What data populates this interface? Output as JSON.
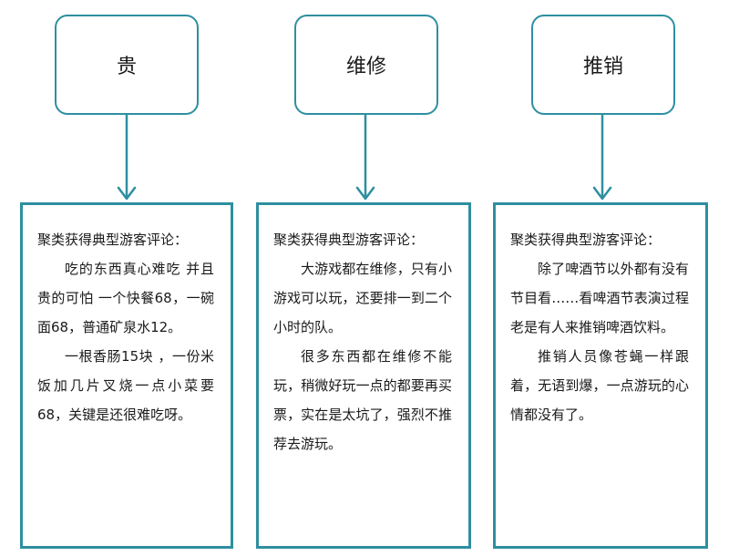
{
  "colors": {
    "accent": "#2E8FA0"
  },
  "columns": [
    {
      "topic": "贵",
      "heading": "聚类获得典型游客评论：",
      "paragraphs": [
        "吃的东西真心难吃 并且贵的可怕 一个快餐68，一碗面68，普通矿泉水12。",
        "一根香肠15块 ，一份米饭加几片叉烧一点小菜要68，关键是还很难吃呀。"
      ]
    },
    {
      "topic": "维修",
      "heading": "聚类获得典型游客评论：",
      "paragraphs": [
        "大游戏都在维修，只有小游戏可以玩，还要排一到二个小时的队。",
        "很多东西都在维修不能玩，稍微好玩一点的都要再买票，实在是太坑了，强烈不推荐去游玩。"
      ]
    },
    {
      "topic": "推销",
      "heading": "聚类获得典型游客评论：",
      "paragraphs": [
        "除了啤酒节以外都有没有节目看……看啤酒节表演过程老是有人来推销啤酒饮料。",
        "推销人员像苍蝇一样跟着，无语到爆，一点游玩的心情都没有了。"
      ]
    }
  ]
}
